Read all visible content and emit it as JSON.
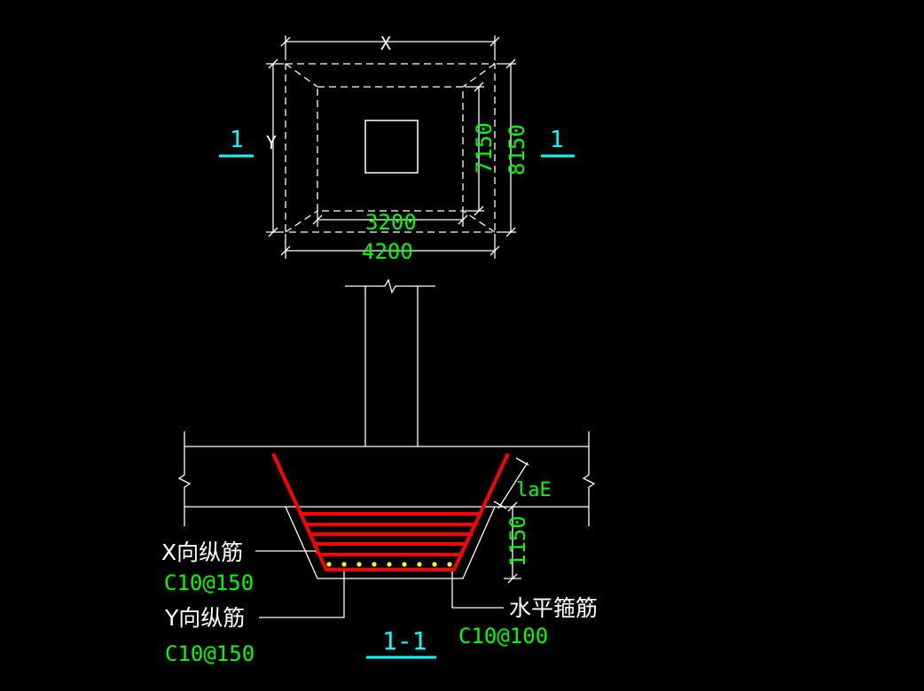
{
  "plan": {
    "dim_x": "X",
    "dim_y": "Y",
    "section_mark_left": "1",
    "section_mark_right": "1",
    "dim_inner_height": "7150",
    "dim_outer_height": "8150",
    "dim_inner_width": "3200",
    "dim_outer_width": "4200"
  },
  "section": {
    "lae_label": "laE",
    "depth_dim": "1150",
    "title": "1-1"
  },
  "callouts": {
    "x_rebar_label": "X向纵筋",
    "x_rebar_spec": "C10@150",
    "y_rebar_label": "Y向纵筋",
    "y_rebar_spec": "C10@150",
    "stirrup_label": "水平箍筋",
    "stirrup_spec": "C10@100"
  },
  "colors": {
    "background": "#000000",
    "lines": "#ffffff",
    "dimension_text": "#00ff00",
    "section_mark": "#00ffff",
    "rebar": "#ff0000",
    "rebar_dots": "#ffff00"
  }
}
